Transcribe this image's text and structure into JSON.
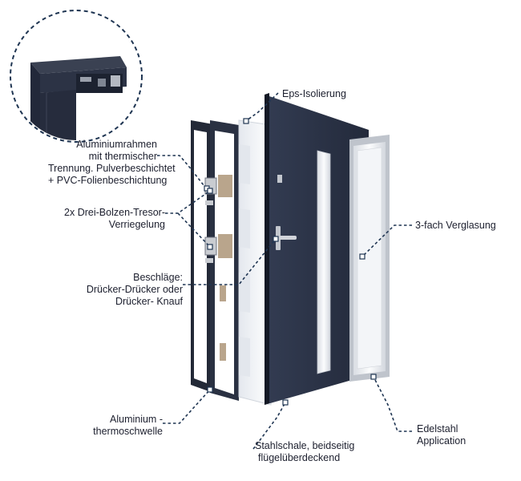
{
  "labels": {
    "eps": "Eps-Isolierung",
    "frame": [
      "Aluminiumrahmen",
      "mit thermischer",
      "Trennung. Pulverbeschichtet",
      "+ PVC-Folienbeschichtung"
    ],
    "locking": [
      "2x Drei-Bolzen-Tresor-",
      "Verriegelung"
    ],
    "fittings": [
      "Beschläge:",
      "Drücker-Drücker oder",
      "Drücker- Knauf"
    ],
    "glazing": "3-fach Verglasung",
    "threshold": [
      "Aluminium -",
      "thermoschwelle"
    ],
    "shell": [
      "Stahlschale, beidseitig",
      "flügelüberdeckend"
    ],
    "steel": [
      "Edelstahl",
      "Application"
    ]
  },
  "colors": {
    "panel": "#2b3345",
    "panel_dark": "#1d2331",
    "frame": "#252b3a",
    "accent_line": "#1f3552",
    "insulation": "#f4f6f9",
    "glass": "#e9ecef",
    "handle": "#b8bcc3"
  }
}
